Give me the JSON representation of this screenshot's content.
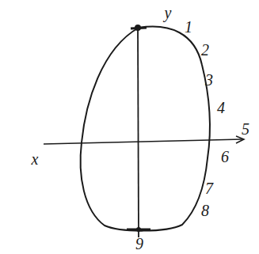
{
  "diagram": {
    "labels": [
      "y",
      "1",
      "2",
      "3",
      "4",
      "5",
      "x",
      "6",
      "7",
      "8",
      "9"
    ]
  }
}
